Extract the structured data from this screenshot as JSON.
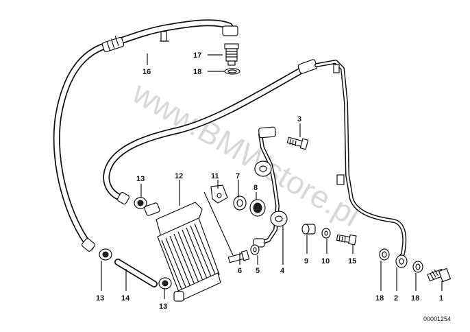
{
  "watermark": "www.BMWstore.pl",
  "reference_number": "00001254",
  "callouts": {
    "c1": "1",
    "c2": "2",
    "c3": "3",
    "c4": "4",
    "c5": "5",
    "c6": "6",
    "c7": "7",
    "c8": "8",
    "c9": "9",
    "c10": "10",
    "c11": "11",
    "c12": "12",
    "c13a": "13",
    "c13b": "13",
    "c13c": "13",
    "c14": "14",
    "c15": "15",
    "c16": "16",
    "c17": "17",
    "c18a": "18",
    "c18b": "18",
    "c18c": "18"
  }
}
